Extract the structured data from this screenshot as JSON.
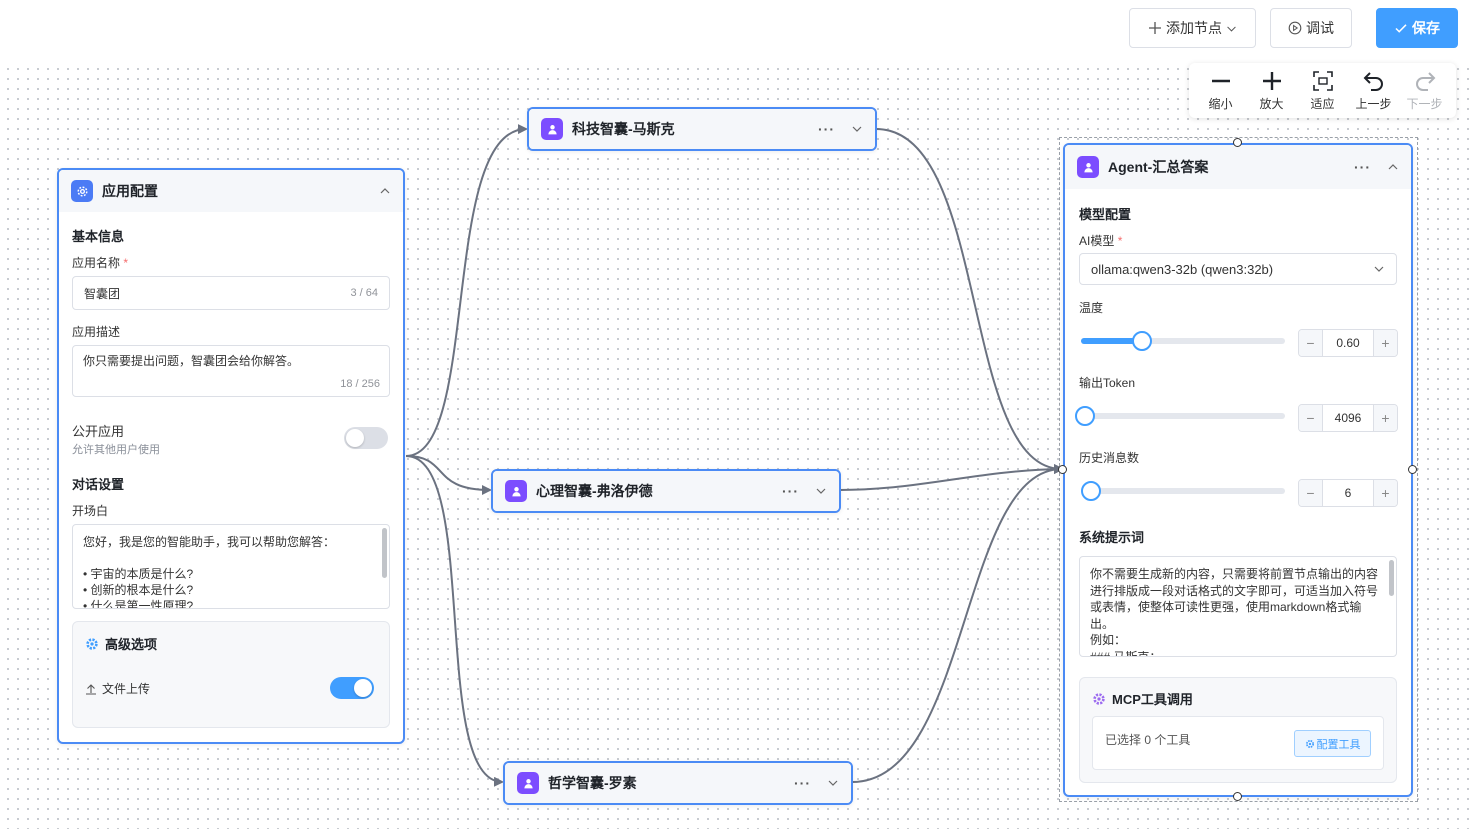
{
  "toolbar": {
    "add_node": "添加节点",
    "debug": "调试",
    "save": "保存"
  },
  "canvas_tools": [
    {
      "label": "缩小",
      "icon": "zoom-out-icon"
    },
    {
      "label": "放大",
      "icon": "zoom-in-icon"
    },
    {
      "label": "适应",
      "icon": "fit-view-icon"
    },
    {
      "label": "上一步",
      "icon": "undo-icon"
    },
    {
      "label": "下一步",
      "icon": "redo-icon"
    }
  ],
  "app_config": {
    "title": "应用配置",
    "basic_info": "基本信息",
    "name_label": "应用名称",
    "name_value": "智囊团",
    "name_count": "3 / 64",
    "desc_label": "应用描述",
    "desc_value": "你只需要提出问题，智囊团会给你解答。",
    "desc_count": "18 / 256",
    "public_label": "公开应用",
    "public_hint": "允许其他用户使用",
    "public_enabled": false,
    "dialog_settings": "对话设置",
    "opening_label": "开场白",
    "opening_lines": [
      "您好，我是您的智能助手，我可以帮助您解答：",
      "",
      "• 宇宙的本质是什么?",
      "• 创新的根本是什么?",
      "• 什么是第一性原理?"
    ],
    "advanced_title": "高级选项",
    "upload_label": "文件上传",
    "upload_enabled": true
  },
  "nodes": {
    "tech": "科技智囊-马斯克",
    "psych": "心理智囊-弗洛伊德",
    "philo": "哲学智囊-罗素"
  },
  "agent": {
    "title": "Agent-汇总答案",
    "model_config": "模型配置",
    "model_label": "AI模型",
    "model_value": "ollama:qwen3-32b (qwen3:32b)",
    "temp_label": "温度",
    "temp_value": "0.60",
    "temp_fraction": 0.3,
    "token_label": "输出Token",
    "token_value": "4096",
    "token_fraction": 0.0,
    "history_label": "历史消息数",
    "history_value": "6",
    "history_fraction": 0.03,
    "prompt_label": "系统提示词",
    "prompt_lines": [
      "你不需要生成新的内容，只需要将前置节点输出的内容",
      "进行排版成一段对话格式的文字即可，可适当加入符号",
      "或表情，使整体可读性更强，使用markdown格式输",
      "出。",
      "例如：",
      "### 马斯克："
    ],
    "mcp_title": "MCP工具调用",
    "mcp_selected": "已选择 0 个工具",
    "mcp_config": "配置工具"
  }
}
